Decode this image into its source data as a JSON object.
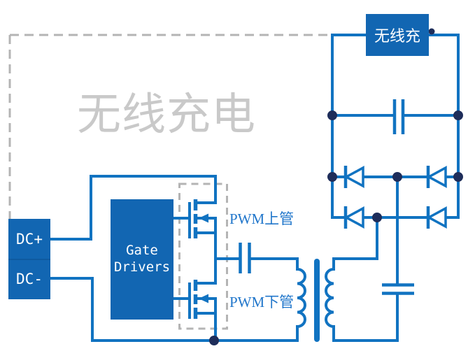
{
  "watermark": {
    "text": "无线充电"
  },
  "blocks": {
    "wireless_charger": {
      "label": "无线充"
    },
    "gate_drivers": {
      "label": "Gate Drivers"
    },
    "dc_positive": {
      "label": "DC+"
    },
    "dc_negative": {
      "label": "DC-"
    }
  },
  "labels": {
    "pwm_high_side": "PWM上管",
    "pwm_low_side": "PWM下管"
  },
  "colors": {
    "wire_blue": "#1173c1",
    "block_blue": "#1266b2",
    "junction_dot_navy": "#1e2d5a",
    "dashed_gray": "#b4b4b4",
    "watermark_gray": "#c9c9c9",
    "pwm_label_blue": "#2277cb",
    "block_text_white": "#ffffff"
  },
  "components": {
    "mosfets": 2,
    "rectifier_diodes": 4,
    "capacitors": 3,
    "transformer": 1
  }
}
